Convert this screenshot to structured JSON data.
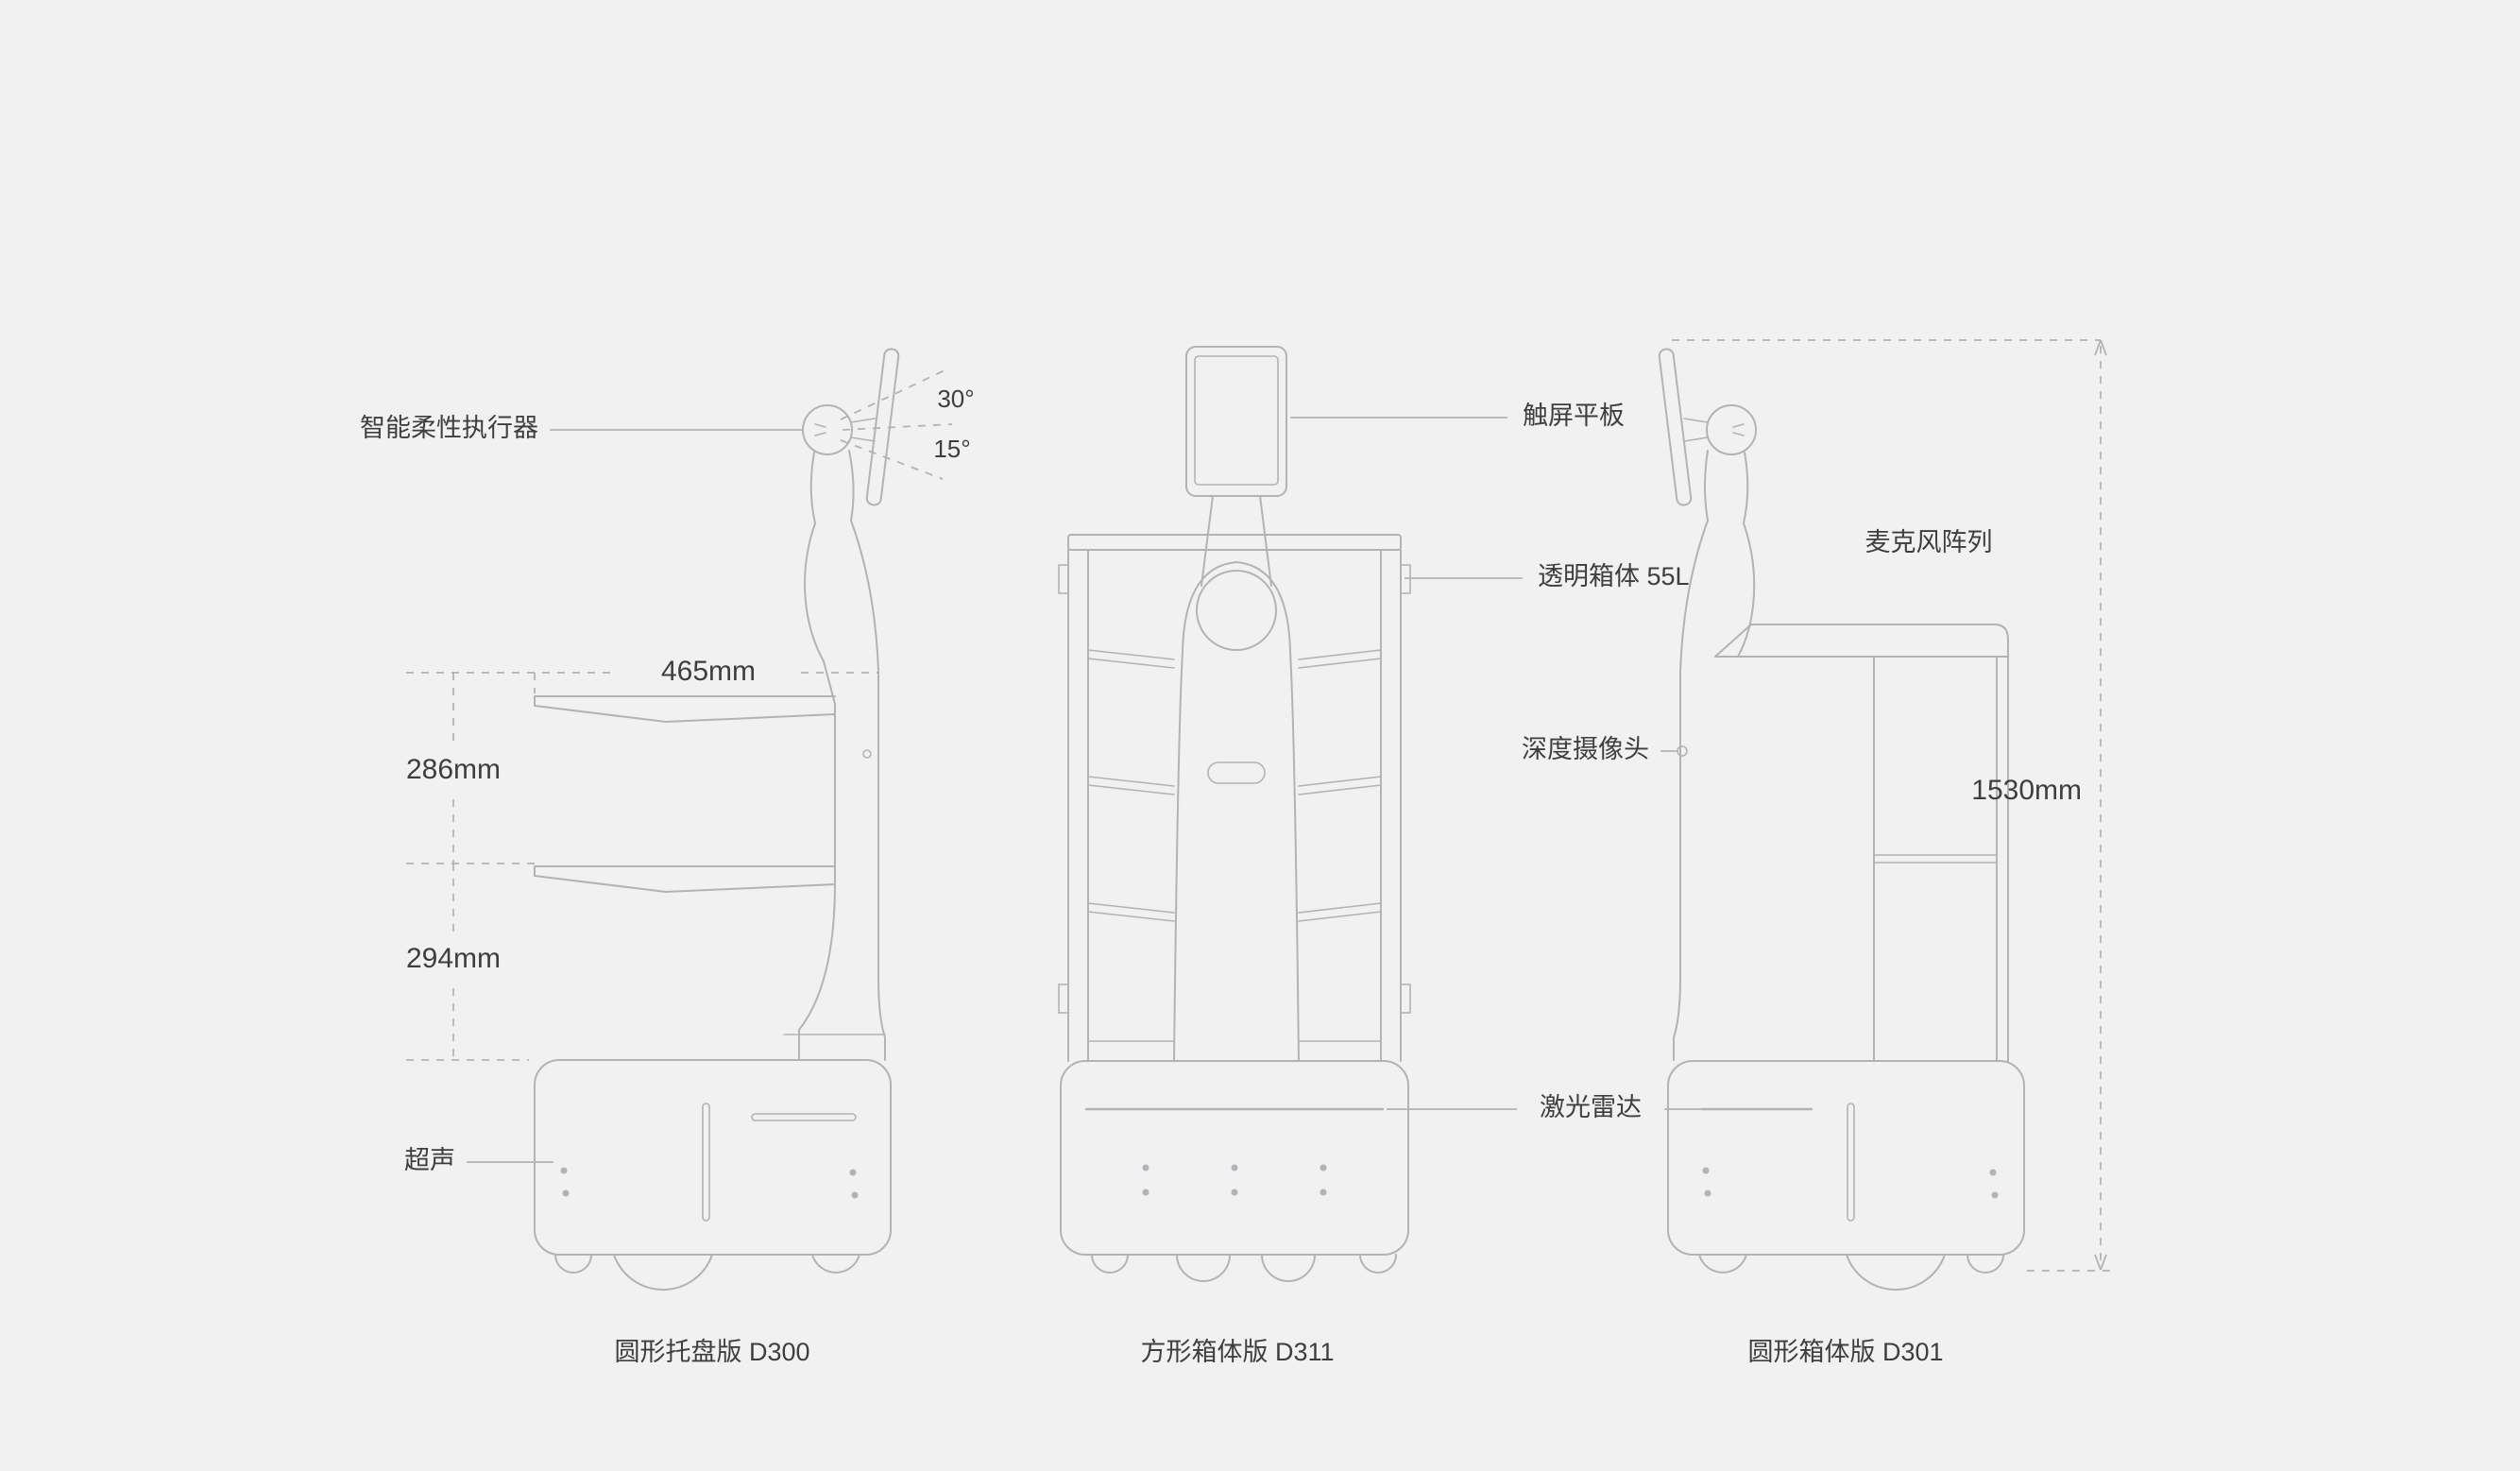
{
  "colors": {
    "background": "#f1f1f2",
    "line": "#b3b3b6",
    "text": "#3e3e40"
  },
  "views": {
    "d300": {
      "caption": "圆形托盘版 D300",
      "labels": {
        "actuator": "智能柔性执行器",
        "ultrasonic": "超声"
      },
      "angles": {
        "tilt_up": "30°",
        "tilt_down": "15°"
      },
      "dimensions": {
        "tray_width": "465mm",
        "upper_gap": "286mm",
        "lower_gap": "294mm"
      }
    },
    "d311": {
      "caption": "方形箱体版 D311",
      "labels": {
        "touchscreen": "触屏平板",
        "transparent_box": "透明箱体 55L",
        "lidar": "激光雷达"
      }
    },
    "d301": {
      "caption": "圆形箱体版 D301",
      "labels": {
        "depth_camera": "深度摄像头",
        "mic_array": "麦克风阵列"
      },
      "dimensions": {
        "total_height": "1530mm"
      }
    }
  }
}
